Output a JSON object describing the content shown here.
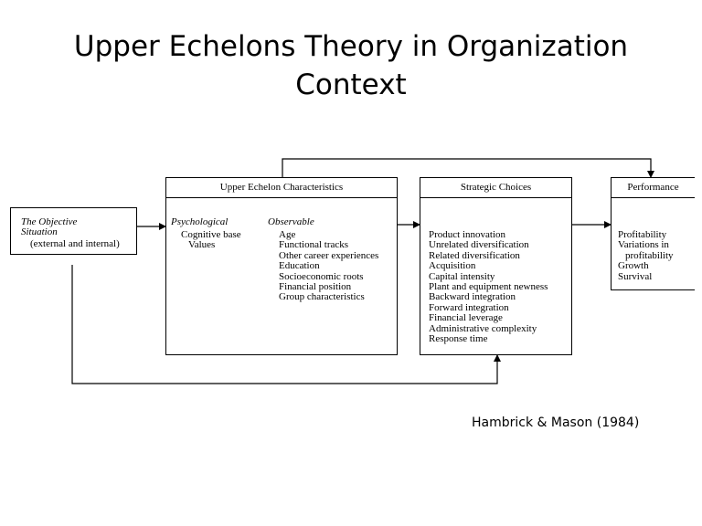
{
  "slide": {
    "title_line1": "Upper Echelons Theory in Organization",
    "title_line2": "Context",
    "citation": "Hambrick & Mason (1984)"
  },
  "objective_situation": {
    "line1": "The Objective",
    "line2": "Situation",
    "line3": "(external and internal)"
  },
  "upper_echelon": {
    "header": "Upper Echelon Characteristics",
    "psychological_label": "Psychological",
    "psychological_items": [
      "Cognitive base",
      "Values"
    ],
    "observable_label": "Observable",
    "observable_items": [
      "Age",
      "Functional tracks",
      "Other career experiences",
      "Education",
      "Socioeconomic roots",
      "Financial position",
      "Group characteristics"
    ]
  },
  "strategic_choices": {
    "header": "Strategic Choices",
    "items": [
      "Product innovation",
      "Unrelated diversification",
      "Related diversification",
      "Acquisition",
      "Capital intensity",
      "Plant and equipment newness",
      "Backward integration",
      "Forward integration",
      "Financial leverage",
      "Administrative complexity",
      "Response time"
    ]
  },
  "performance": {
    "header": "Performance",
    "items": [
      "Profitability",
      "Variations in",
      "profitability",
      "Growth",
      "Survival"
    ]
  }
}
